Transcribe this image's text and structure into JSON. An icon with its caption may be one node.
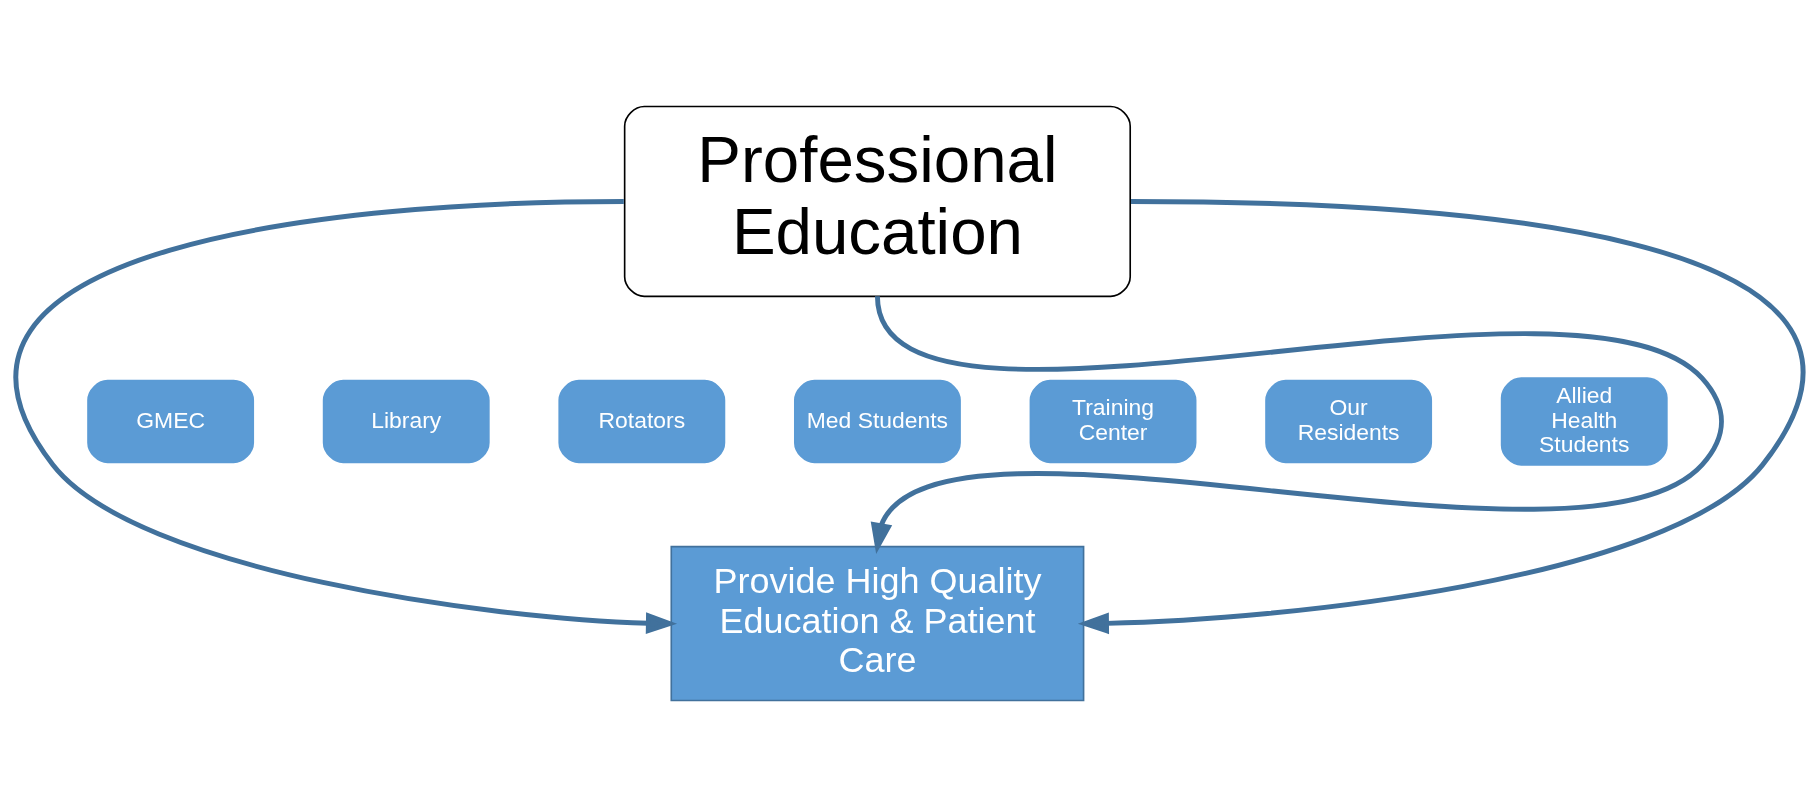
{
  "diagram": {
    "nodes": [
      {
        "text": [
          "Professional Education"
        ]
      },
      {
        "text": [
          "GMEC"
        ]
      },
      {
        "text": [
          "Library"
        ]
      },
      {
        "text": [
          "Rotators"
        ]
      },
      {
        "text": [
          "Med Students"
        ]
      },
      {
        "text": [
          "Training Center"
        ]
      },
      {
        "text": [
          "Our Residents"
        ]
      },
      {
        "text": [
          "Allied Health Students"
        ]
      },
      {
        "text": [
          "Provide High Quality Education & Patient Care"
        ]
      }
    ],
    "edges": [
      {
        "from": 0,
        "to": 8,
        "arrow": "to"
      },
      {
        "from": 0,
        "to": 8,
        "arrow": "to"
      },
      {
        "from": 0,
        "to": 8,
        "arrow": "to"
      }
    ]
  }
}
